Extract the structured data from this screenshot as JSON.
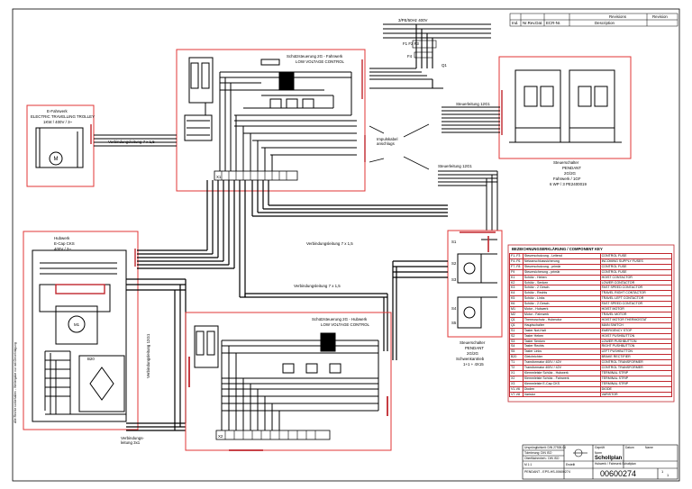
{
  "supply": {
    "label": "3/PE/50Hz 400V",
    "main_switch": "Q1",
    "fuse_block": "F1 F2 F3",
    "fuse_single": "F4"
  },
  "revision_table": {
    "title": "Revisions",
    "col_ref": "Revision",
    "headers": [
      "Ind.",
      "Nr.Rev.Dat.",
      "ECR-Nr.",
      "Description"
    ]
  },
  "contactor_upper": {
    "title": "Schützsteuerung 2G - Fahrwerk",
    "subtitle": "LOW VOLTAGE CONTROL",
    "terminal_label": "X1"
  },
  "contactor_lower": {
    "title": "Schützsteuerung 2G - Hubwerk",
    "subtitle": "LOW VOLTAGE CONTROL",
    "terminal_label": "X2"
  },
  "motor_travel": {
    "title": "E-Fahrwerk",
    "subtitle": "ELECTRIC TRAVELLING TROLLEY",
    "spec": "1KW / 400V / 3~",
    "symbol": "M"
  },
  "hoist": {
    "title": "Hubwerk",
    "model": "E-Cap CKS",
    "spec": "400V / 3~",
    "brake": "B20",
    "motor": "M1"
  },
  "pendant_upper": {
    "cable": "Steuerleitung 12G1",
    "title": "Steuerschalter",
    "model": "PENDANT",
    "spec1": "2G/2G",
    "spec2": "Fahrwerk / 1GF",
    "spec3": "6 WP / 3 PE2400019"
  },
  "pendant_lower": {
    "cable": "Steuerleitung 12G1",
    "title": "Steuerschalter",
    "model": "PENDANT",
    "spec1": "2G/2G",
    "spec2": "Schwenkantrieb",
    "spec3": "1+1 + 4X15",
    "buttons": [
      "S1",
      "S2",
      "S3",
      "S4",
      "S5"
    ]
  },
  "cables": {
    "c1": "Verbindungsleitung 7 x 1,5",
    "c2": "Verbindungsleitung 7 x 1,5",
    "c3": "Verbindungsleitung 7 x 1,5",
    "c4": "Verbindungsleitung 12G1",
    "c5": "Verbindungs-\nleitung 3x1",
    "c6": "Steuerleitung 12G1",
    "c7": "Steuerleitung 12G1",
    "arrow_note": "Impulskabel\nanschlugs"
  },
  "legend": {
    "title": "BEZEICHNUNGSERKLÄRUNG / COMPONENT KEY",
    "rows": [
      [
        "F1..F3",
        "Steuerschutzung - Leitend",
        "CONTROL FUSE"
      ],
      [
        "F4..F6",
        "Netzanschlusssicherung",
        "INCOMING SUPPLY FUSES"
      ],
      [
        "F7..F8",
        "Steuerschutzung - primär",
        "CONTROL FUSE"
      ],
      [
        "F9",
        "Steuersicherung - primär",
        "CONTROL FUSE"
      ],
      [
        "K1",
        "Schütz - Heben",
        "HOIST CONTACTOR"
      ],
      [
        "K2",
        "Schütz - Senken",
        "LOWER CONTACTOR"
      ],
      [
        "K3",
        "Schütz - 2 Gesch.",
        "FAST SPEED CONTACTOR"
      ],
      [
        "K4",
        "Schütz - Rechts",
        "TRAVEL RIGHT CONTACTOR"
      ],
      [
        "K5",
        "Schütz - Links",
        "TRAVEL LEFT CONTACTOR"
      ],
      [
        "K6",
        "Schütz - 2.Gesch.",
        "FAST SPEED CONTACTOR"
      ],
      [
        "M1",
        "Motor - Hubwerk",
        "HOIST MOTOR"
      ],
      [
        "M2",
        "Motor - Fahrwerk",
        "TRAVEL MOTOR"
      ],
      [
        "Q1",
        "Thermoschutz - Hubmotor",
        "HOIST MOTOR THERMOSTAT"
      ],
      [
        "Q1",
        "Hauptschalter",
        "MAIN SWITCH"
      ],
      [
        "S1",
        "Taster Not-Halt",
        "EMERGENCY STOP"
      ],
      [
        "S2",
        "Taster Heben",
        "HOIST PUSHBUTTON"
      ],
      [
        "S3",
        "Taster Senken",
        "LOWER PUSHBUTTON"
      ],
      [
        "S4",
        "Taster Rechts",
        "RIGHT PUSHBUTTON"
      ],
      [
        "S5",
        "Taster Links",
        "LEFT PUSHBUTTON"
      ],
      [
        "B20",
        "Gleichrichter",
        "BRAKE RECTIFIER"
      ],
      [
        "T1",
        "Transformator 400V / 42V",
        "CONTROL TRANSFORMER"
      ],
      [
        "T2",
        "Transformator 400V / 42V",
        "CONTROL TRANSFORMER"
      ],
      [
        "X1",
        "Klemmleiste Schütz - Hubwerk",
        "TERMINAL STRIP"
      ],
      [
        "X2",
        "Klemmleiste Schütz - Fahrwerk",
        "TERMINAL STRIP"
      ],
      [
        "X3",
        "Klemmleiste E-Cap CKS",
        "TERMINAL STRIP"
      ],
      [
        "V1-V6",
        "Dioden",
        "DIODE"
      ],
      [
        "V7-V8",
        "Varistor",
        "VARISTOR"
      ]
    ]
  },
  "title_block": {
    "lines": [
      "Ursprünglichkeit: DIN 27926-04",
      "Tolerierung: DIN ISO",
      "Oberflächenbeh.: DIN ISO"
    ],
    "scale": "M 1:1",
    "company": "Schollplan",
    "drawing_title": "Hubwerk / Fahrwerk Schaltplan",
    "reference": "PENDANT - EPS-HS-00600274",
    "drawing_no": "00600274",
    "sheet": "1",
    "sheet_total": "1",
    "signature_box": [
      "Datum",
      "Name"
    ],
    "field_labels": [
      "Erstellt",
      "Geprüft",
      "Norm"
    ]
  },
  "margin_note": "Alle Rechte vorbehalten - Weitergabe nur mit Genehmigung"
}
